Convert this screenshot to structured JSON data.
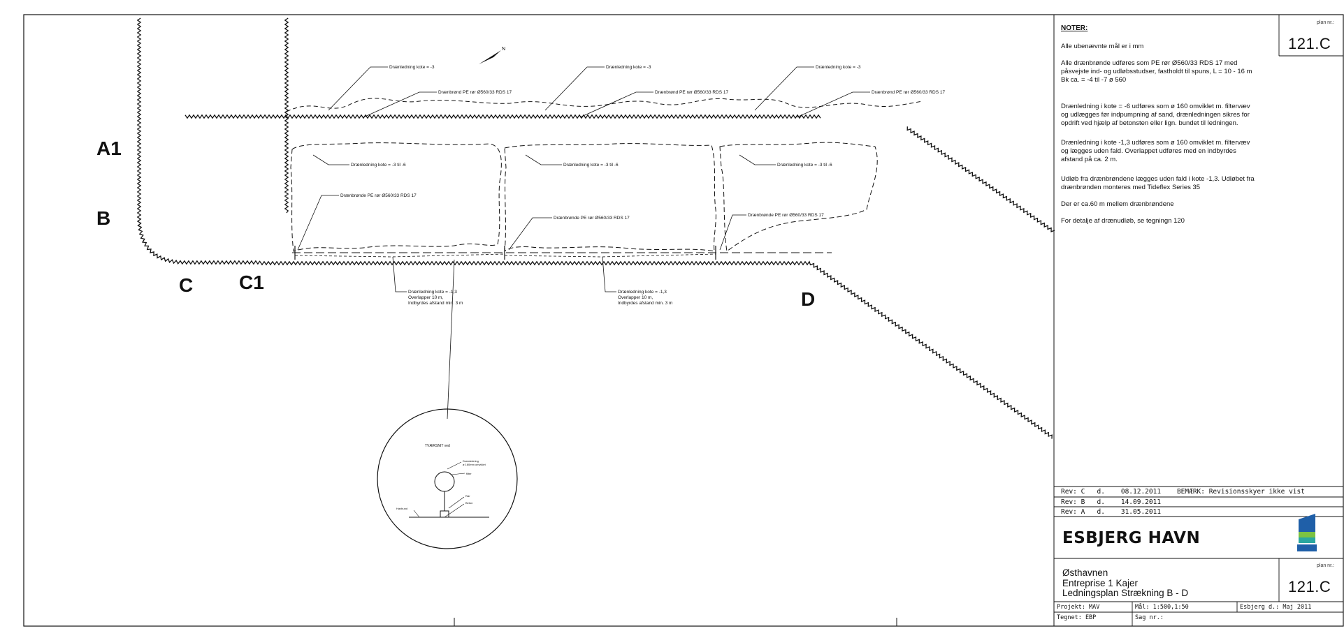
{
  "zone_labels": {
    "A1": "A1",
    "B": "B",
    "C": "C",
    "C1": "C1",
    "D": "D"
  },
  "callouts": {
    "top_drain_level": "Drænledning kote = -3",
    "top_drain_pipe": "Drænbrønd PE rør Ø560/33 RDS 17",
    "mid_drain_level": "Drænledning kote = -3 til -6",
    "mid_drain_pipe": "Drænbrønde PE rør Ø560/33 RDS 17",
    "bottom_drain_lines": [
      "Drænledning kote = -1,3",
      "Overlapper 10 m,",
      "Indbyrdes afstand min. 3 m"
    ]
  },
  "detail": {
    "title": "TVÆRSNIT ved",
    "labels": [
      "Drænledning",
      "ø 160mm omviklet",
      "filter",
      "Rør",
      "Beton",
      "Havbund"
    ]
  },
  "notes": {
    "heading": "NOTER:",
    "items": [
      "Alle ubenævnte mål er i mm",
      "Alle drænbrønde udføres som PE rør Ø560/33 RDS 17 med påsvejste ind- og udløbsstudser, fastholdt til spuns, L = 10 - 16 m Bk ca. = -4 til -7 ø 560",
      "Drænledning i kote = -6 udføres som ø 160 omviklet m. filtervæv og udlægges før indpumpning af sand, drænledningen sikres for opdrift ved hjælp af betonsten eller lign. bundet til ledningen.",
      "Drænledning i kote -1,3 udføres som ø 160 omviklet m. filtervæv og lægges uden fald. Overlappet udføres med en indbyrdes afstand på ca. 2 m.",
      "Udløb fra drænbrøndene lægges uden fald i kote -1,3. Udløbet fra drænbrønden monteres med Tideflex Series 35",
      "Der er ca.60 m mellem drænbrøndene",
      "For detalje af drænudløb, se tegningn 120"
    ]
  },
  "plan_no": {
    "label": "plan nr.:",
    "value": "121.C"
  },
  "revisions": [
    {
      "rev": "Rev: C",
      "d": "d.",
      "date": "08.12.2011",
      "remark": "BEMÆRK: Revisionsskyer ikke vist"
    },
    {
      "rev": "Rev: B",
      "d": "d.",
      "date": "14.09.2011",
      "remark": ""
    },
    {
      "rev": "Rev: A",
      "d": "d.",
      "date": "31.05.2011",
      "remark": ""
    }
  ],
  "company": "ESBJERG HAVN",
  "title": {
    "line1": "Østhavnen",
    "line2": "Entreprise 1 Kajer",
    "line3": "Ledningsplan Strækning B - D"
  },
  "footer": {
    "projekt": "Projekt: MAV",
    "maal": "Mål: 1:500,1:50",
    "esbjerg": "Esbjerg d.: Maj 2011",
    "tegnet": "Tegnet: EBP",
    "sag": "Sag nr.:"
  },
  "colors": {
    "line": "#111111",
    "logo_blue": "#1f5fa8",
    "logo_teal": "#2aa7a0",
    "logo_green": "#7cc242"
  }
}
